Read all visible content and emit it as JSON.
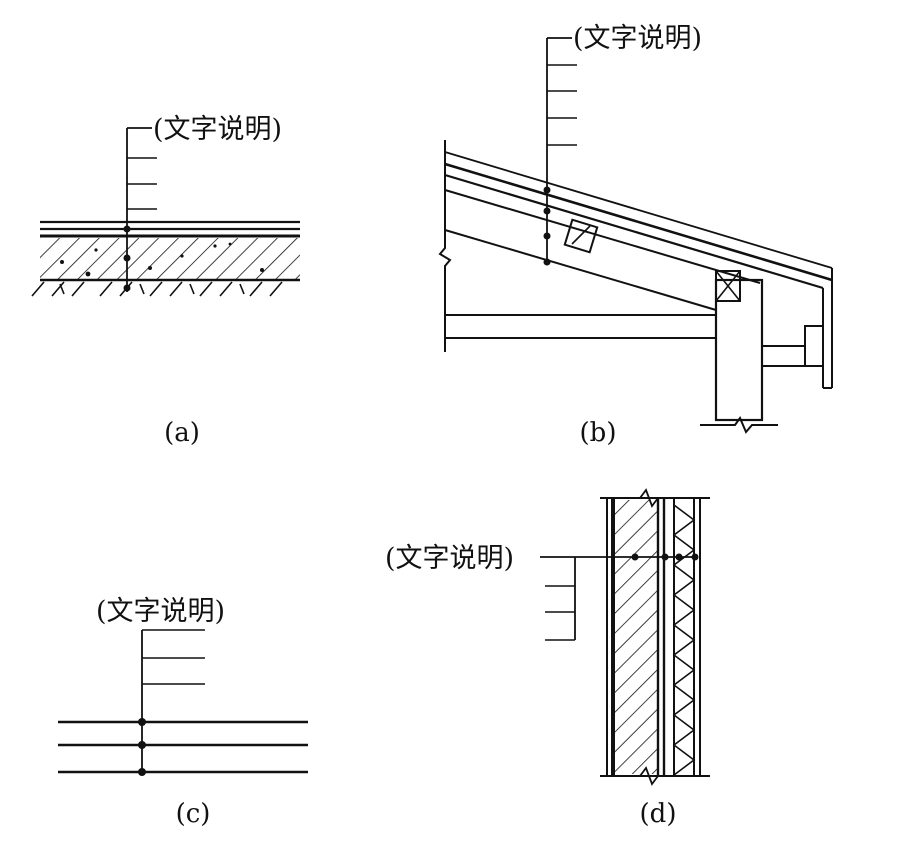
{
  "panels": [
    {
      "caption": "(a)",
      "note": "(文字说明)"
    },
    {
      "caption": "(b)",
      "note": "(文字说明)"
    },
    {
      "caption": "(c)",
      "note": "(文字说明)"
    },
    {
      "caption": "(d)",
      "note": "(文字说明)"
    }
  ]
}
